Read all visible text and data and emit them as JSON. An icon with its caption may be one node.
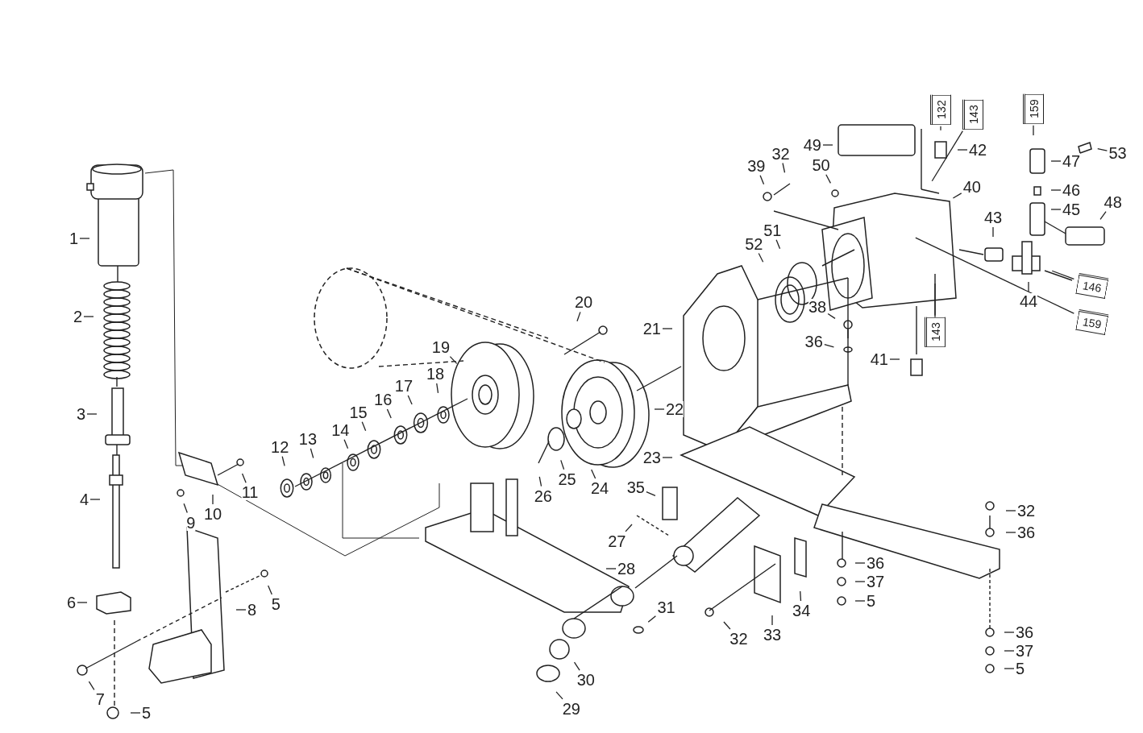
{
  "diagram": {
    "nodes": [
      {
        "text": [
          "1"
        ]
      },
      {
        "text": [
          "2"
        ]
      },
      {
        "text": [
          "3"
        ]
      },
      {
        "text": [
          "4"
        ]
      },
      {
        "text": [
          "5"
        ]
      },
      {
        "text": [
          "6"
        ]
      },
      {
        "text": [
          "7"
        ]
      },
      {
        "text": [
          "8"
        ]
      },
      {
        "text": [
          "5"
        ]
      },
      {
        "text": [
          "9"
        ]
      },
      {
        "text": [
          "10"
        ]
      },
      {
        "text": [
          "11"
        ]
      },
      {
        "text": [
          "12"
        ]
      },
      {
        "text": [
          "13"
        ]
      },
      {
        "text": [
          "14"
        ]
      },
      {
        "text": [
          "15"
        ]
      },
      {
        "text": [
          "16"
        ]
      },
      {
        "text": [
          "17"
        ]
      },
      {
        "text": [
          "18"
        ]
      },
      {
        "text": [
          "19"
        ]
      },
      {
        "text": [
          "20"
        ]
      },
      {
        "text": [
          "21"
        ]
      },
      {
        "text": [
          "22"
        ]
      },
      {
        "text": [
          "23"
        ]
      },
      {
        "text": [
          "24"
        ]
      },
      {
        "text": [
          "25"
        ]
      },
      {
        "text": [
          "26"
        ]
      },
      {
        "text": [
          "27"
        ]
      },
      {
        "text": [
          "28"
        ]
      },
      {
        "text": [
          "29"
        ]
      },
      {
        "text": [
          "30"
        ]
      },
      {
        "text": [
          "31"
        ]
      },
      {
        "text": [
          "32"
        ]
      },
      {
        "text": [
          "33"
        ]
      },
      {
        "text": [
          "34"
        ]
      },
      {
        "text": [
          "35"
        ]
      },
      {
        "text": [
          "36"
        ]
      },
      {
        "text": [
          "37"
        ]
      },
      {
        "text": [
          "5"
        ]
      },
      {
        "text": [
          "32"
        ]
      },
      {
        "text": [
          "36"
        ]
      },
      {
        "text": [
          "36"
        ]
      },
      {
        "text": [
          "37"
        ]
      },
      {
        "text": [
          "5"
        ]
      },
      {
        "text": [
          "38"
        ]
      },
      {
        "text": [
          "36"
        ]
      },
      {
        "text": [
          "39"
        ]
      },
      {
        "text": [
          "32"
        ]
      },
      {
        "text": [
          "50"
        ]
      },
      {
        "text": [
          "49"
        ]
      },
      {
        "text": [
          "42"
        ]
      },
      {
        "text": [
          "40"
        ]
      },
      {
        "text": [
          "47"
        ]
      },
      {
        "text": [
          "46"
        ]
      },
      {
        "text": [
          "45"
        ]
      },
      {
        "text": [
          "48"
        ]
      },
      {
        "text": [
          "53"
        ]
      },
      {
        "text": [
          "43"
        ]
      },
      {
        "text": [
          "44"
        ]
      },
      {
        "text": [
          "51"
        ]
      },
      {
        "text": [
          "52"
        ]
      },
      {
        "text": [
          "41"
        ]
      },
      {
        "text": [
          "132"
        ]
      },
      {
        "text": [
          "143"
        ]
      },
      {
        "text": [
          "159"
        ]
      },
      {
        "text": [
          "146"
        ]
      },
      {
        "text": [
          "159"
        ]
      },
      {
        "text": [
          "143"
        ]
      }
    ],
    "edges": [
      {
        "from": 0,
        "to": null,
        "arrow": "none"
      },
      {
        "from": 1,
        "to": null,
        "arrow": "none"
      },
      {
        "from": 2,
        "to": null,
        "arrow": "none"
      },
      {
        "from": 3,
        "to": null,
        "arrow": "none"
      },
      {
        "from": 4,
        "to": null,
        "arrow": "none"
      },
      {
        "from": 5,
        "to": null,
        "arrow": "none"
      },
      {
        "from": 6,
        "to": null,
        "arrow": "none"
      },
      {
        "from": 7,
        "to": null,
        "arrow": "none"
      },
      {
        "from": 8,
        "to": null,
        "arrow": "none"
      },
      {
        "from": 9,
        "to": null,
        "arrow": "none"
      },
      {
        "from": 10,
        "to": null,
        "arrow": "none"
      },
      {
        "from": 11,
        "to": null,
        "arrow": "none"
      },
      {
        "from": 12,
        "to": null,
        "arrow": "none"
      },
      {
        "from": 13,
        "to": null,
        "arrow": "none"
      },
      {
        "from": 14,
        "to": null,
        "arrow": "none"
      },
      {
        "from": 15,
        "to": null,
        "arrow": "none"
      },
      {
        "from": 16,
        "to": null,
        "arrow": "none"
      },
      {
        "from": 17,
        "to": null,
        "arrow": "none"
      },
      {
        "from": 18,
        "to": null,
        "arrow": "none"
      },
      {
        "from": 19,
        "to": null,
        "arrow": "none"
      },
      {
        "from": 20,
        "to": null,
        "arrow": "none"
      },
      {
        "from": 21,
        "to": null,
        "arrow": "none"
      },
      {
        "from": 22,
        "to": null,
        "arrow": "none"
      },
      {
        "from": 23,
        "to": null,
        "arrow": "none"
      },
      {
        "from": 24,
        "to": null,
        "arrow": "none"
      },
      {
        "from": 25,
        "to": null,
        "arrow": "none"
      },
      {
        "from": 26,
        "to": null,
        "arrow": "none"
      },
      {
        "from": 27,
        "to": null,
        "arrow": "none"
      },
      {
        "from": 28,
        "to": null,
        "arrow": "none"
      },
      {
        "from": 29,
        "to": null,
        "arrow": "none"
      },
      {
        "from": 30,
        "to": null,
        "arrow": "none"
      },
      {
        "from": 31,
        "to": null,
        "arrow": "none"
      },
      {
        "from": 32,
        "to": null,
        "arrow": "none"
      },
      {
        "from": 33,
        "to": null,
        "arrow": "none"
      },
      {
        "from": 34,
        "to": null,
        "arrow": "none"
      },
      {
        "from": 35,
        "to": null,
        "arrow": "none"
      },
      {
        "from": 36,
        "to": null,
        "arrow": "none"
      },
      {
        "from": 37,
        "to": null,
        "arrow": "none"
      },
      {
        "from": 38,
        "to": null,
        "arrow": "none"
      },
      {
        "from": 39,
        "to": null,
        "arrow": "none"
      },
      {
        "from": 40,
        "to": null,
        "arrow": "none"
      },
      {
        "from": 41,
        "to": null,
        "arrow": "none"
      },
      {
        "from": 42,
        "to": null,
        "arrow": "none"
      },
      {
        "from": 43,
        "to": null,
        "arrow": "none"
      },
      {
        "from": 44,
        "to": null,
        "arrow": "none"
      },
      {
        "from": 45,
        "to": null,
        "arrow": "none"
      },
      {
        "from": 46,
        "to": null,
        "arrow": "none"
      },
      {
        "from": 47,
        "to": null,
        "arrow": "none"
      },
      {
        "from": 48,
        "to": null,
        "arrow": "none"
      },
      {
        "from": 49,
        "to": null,
        "arrow": "none"
      },
      {
        "from": 50,
        "to": null,
        "arrow": "none"
      },
      {
        "from": 51,
        "to": null,
        "arrow": "none"
      },
      {
        "from": 52,
        "to": null,
        "arrow": "none"
      },
      {
        "from": 53,
        "to": null,
        "arrow": "none"
      },
      {
        "from": 54,
        "to": null,
        "arrow": "none"
      },
      {
        "from": 55,
        "to": null,
        "arrow": "none"
      },
      {
        "from": 56,
        "to": null,
        "arrow": "none"
      },
      {
        "from": 57,
        "to": null,
        "arrow": "none"
      },
      {
        "from": 58,
        "to": null,
        "arrow": "none"
      },
      {
        "from": 59,
        "to": null,
        "arrow": "none"
      },
      {
        "from": 60,
        "to": null,
        "arrow": "none"
      },
      {
        "from": 61,
        "to": null,
        "arrow": "none"
      },
      {
        "from": 62,
        "to": null,
        "arrow": "none"
      },
      {
        "from": 63,
        "to": null,
        "arrow": "none"
      },
      {
        "from": 64,
        "to": null,
        "arrow": "none"
      },
      {
        "from": 65,
        "to": null,
        "arrow": "none"
      },
      {
        "from": 66,
        "to": null,
        "arrow": "none"
      },
      {
        "from": 67,
        "to": null,
        "arrow": "none"
      }
    ]
  }
}
